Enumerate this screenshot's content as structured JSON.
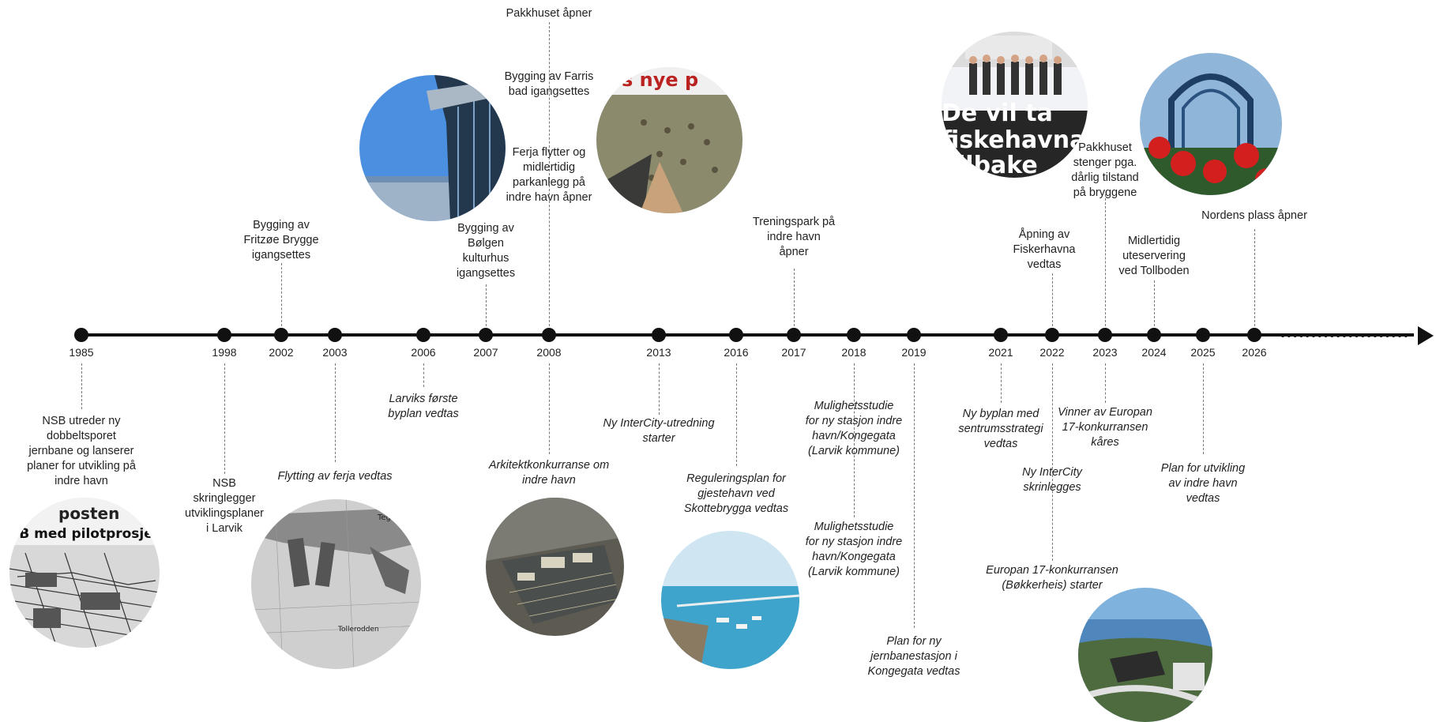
{
  "timeline": {
    "years": [
      "1985",
      "1998",
      "2002",
      "2003",
      "2006",
      "2007",
      "2008",
      "2013",
      "2016",
      "2017",
      "2018",
      "2019",
      "2021",
      "2022",
      "2023",
      "2024",
      "2025",
      "2026"
    ],
    "events_above": [
      {
        "id": "e2002",
        "year": "2002",
        "text": "Bygging av\nFritzøe Brygge\nigangsettes",
        "italic": false
      },
      {
        "id": "e2007",
        "year": "2007",
        "text": "Bygging av\nBølgen\nkulturhus\nigangsettes",
        "italic": false
      },
      {
        "id": "e2008a",
        "year": "2008",
        "text": "Pakkhuset åpner",
        "italic": false
      },
      {
        "id": "e2008b",
        "year": "2008",
        "text": "Bygging av Farris\nbad igangsettes",
        "italic": false
      },
      {
        "id": "e2008c",
        "year": "2008",
        "text": "Ferja flytter og\nmidlertidig\nparkanlegg på\nindre havn åpner",
        "italic": false
      },
      {
        "id": "e2017",
        "year": "2017",
        "text": "Treningspark på\nindre havn\nåpner",
        "italic": false
      },
      {
        "id": "e2022",
        "year": "2022",
        "text": "Åpning av\nFiskerhavna\nvedtas",
        "italic": false
      },
      {
        "id": "e2023",
        "year": "2023",
        "text": "Pakkhuset\nstenger pga.\ndårlig tilstand\npå bryggene",
        "italic": false
      },
      {
        "id": "e2024",
        "year": "2024",
        "text": "Midlertidig\nuteservering\nved Tollboden",
        "italic": false
      },
      {
        "id": "e2026",
        "year": "2026",
        "text": "Nordens plass åpner",
        "italic": false
      }
    ],
    "events_below": [
      {
        "id": "b1985",
        "year": "1985",
        "text": "NSB utreder ny\ndobbeltsporet\njernbane og lanserer\nplaner for utvikling på\nindre havn",
        "italic": false
      },
      {
        "id": "b1998",
        "year": "1998",
        "text": "NSB\nskringlegger\nutviklingsplaner\ni Larvik",
        "italic": false
      },
      {
        "id": "b2003",
        "year": "2003",
        "text": "Flytting av ferja vedtas",
        "italic": true
      },
      {
        "id": "b2006",
        "year": "2006",
        "text": "Larviks første\nbyplan vedtas",
        "italic": true
      },
      {
        "id": "b2008",
        "year": "2008",
        "text": "Arkitektkonkurranse om\nindre havn",
        "italic": true
      },
      {
        "id": "b2013",
        "year": "2013",
        "text": "Ny InterCity-utredning\nstarter",
        "italic": true
      },
      {
        "id": "b2016",
        "year": "2016",
        "text": "Reguleringsplan for\ngjestehavn ved\nSkottebrygga vedtas",
        "italic": true
      },
      {
        "id": "b2018a",
        "year": "2018",
        "text": "Mulighetsstudie\nfor ny stasjon indre\nhavn/Kongegata\n(Larvik kommune)",
        "italic": true
      },
      {
        "id": "b2018b",
        "year": "2018",
        "text": "Mulighetsstudie\nfor ny stasjon indre\nhavn/Kongegata\n(Larvik kommune)",
        "italic": true
      },
      {
        "id": "b2019",
        "year": "2019",
        "text": "Plan for ny\njernbanestasjon i\nKongegata vedtas",
        "italic": true
      },
      {
        "id": "b2021",
        "year": "2021",
        "text": "Ny byplan med\nsentrumsstrategi\nvedtas",
        "italic": true
      },
      {
        "id": "b2022a",
        "year": "2022",
        "text": "Ny InterCity\nskrinlegges",
        "italic": true
      },
      {
        "id": "b2022b",
        "year": "2022",
        "text": "Europan 17-konkurransen\n(Bøkkerheis) starter",
        "italic": true
      },
      {
        "id": "b2023",
        "year": "2023",
        "text": "Vinner av Europan\n17-konkurransen\nkåres",
        "italic": true
      },
      {
        "id": "b2025",
        "year": "2025",
        "text": "Plan for utvikling\nav indre havn\nvedtas",
        "italic": true
      }
    ],
    "photo_captions": {
      "newspaper_masthead": "posten",
      "newspaper_headline": "SB med pilotprosjekt i La",
      "map_label_teg": "Teg",
      "map_label_tollerodden": "Tollerodden",
      "concert_headline": "s nye p",
      "fishing_headline_1": "De vil ta",
      "fishing_headline_2": "fiskehavna",
      "fishing_headline_3": "ilbake"
    }
  }
}
